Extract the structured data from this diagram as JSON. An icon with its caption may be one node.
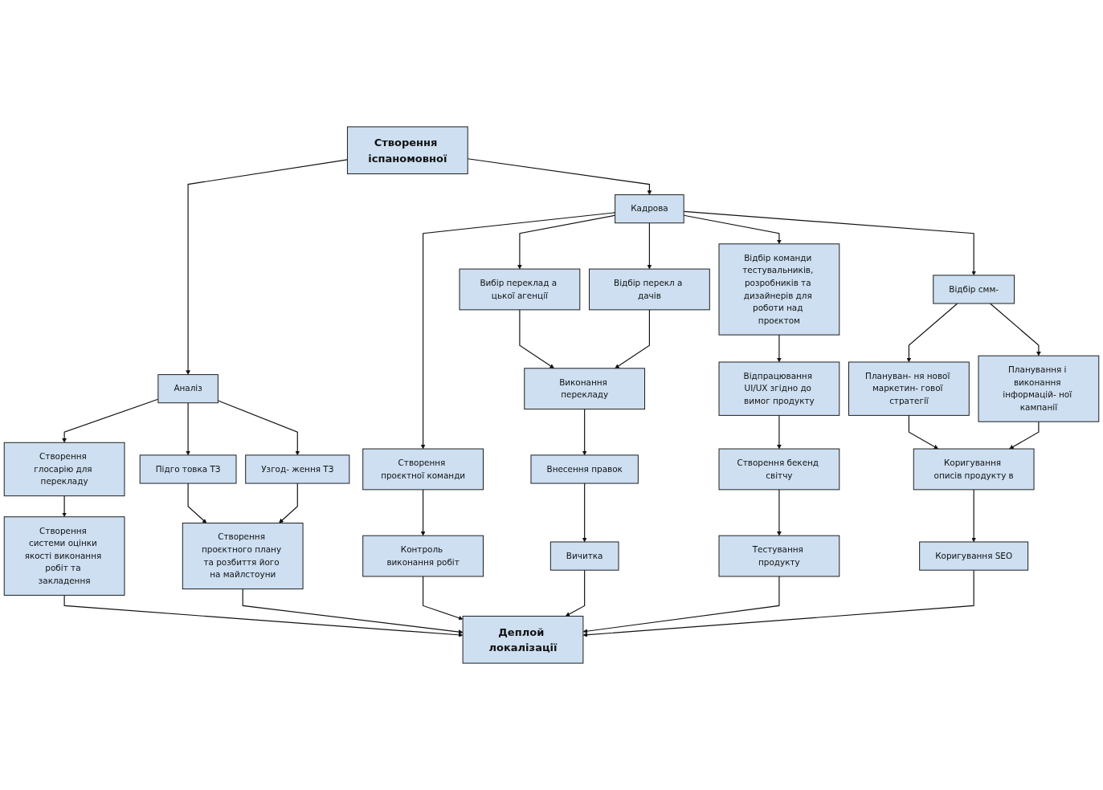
{
  "diagram": {
    "nodes": [
      {
        "text": [
          "Створення іспаномовної"
        ]
      },
      {
        "text": [
          "Аналіз"
        ]
      },
      {
        "text": [
          "Кадрова"
        ]
      },
      {
        "text": [
          "Створення глосарію для перекладу"
        ]
      },
      {
        "text": [
          "Підго товка ТЗ"
        ]
      },
      {
        "text": [
          "Узгод- ження ТЗ"
        ]
      },
      {
        "text": [
          "Створення проєктної команди"
        ]
      },
      {
        "text": [
          "Вибір переклад а цької агенції"
        ]
      },
      {
        "text": [
          "Відбір перекл а дачів"
        ]
      },
      {
        "text": [
          "Відбір команди тестувальників, розробників та дизайнерів для роботи над проєктом"
        ]
      },
      {
        "text": [
          "Відбір смм-"
        ]
      },
      {
        "text": [
          "Створення системи оцінки якості виконання робіт та закладення"
        ]
      },
      {
        "text": [
          "Створення проєктного плану та розбиття його на майлстоуни"
        ]
      },
      {
        "text": [
          "Контроль виконання робіт"
        ]
      },
      {
        "text": [
          "Виконання перекладу"
        ]
      },
      {
        "text": [
          "Внесення правок"
        ]
      },
      {
        "text": [
          "Вичитка"
        ]
      },
      {
        "text": [
          "Відпрацювання UI/UX згідно до вимог продукту"
        ]
      },
      {
        "text": [
          "Створення бекенд світчу"
        ]
      },
      {
        "text": [
          "Тестування продукту"
        ]
      },
      {
        "text": [
          "Плануван- ня нової маркетин- гової стратегії"
        ]
      },
      {
        "text": [
          "Планування і виконання інформацій- ної кампанії"
        ]
      },
      {
        "text": [
          "Коригування описів продукту в"
        ]
      },
      {
        "text": [
          "Коригування SEO"
        ]
      },
      {
        "text": [
          "Деплой локалізації"
        ]
      }
    ],
    "edges": [
      {
        "from": 0,
        "to": 1,
        "arrow": "to"
      },
      {
        "from": 0,
        "to": 2,
        "arrow": "to"
      },
      {
        "from": 1,
        "to": 3,
        "arrow": "to"
      },
      {
        "from": 1,
        "to": 4,
        "arrow": "to"
      },
      {
        "from": 1,
        "to": 5,
        "arrow": "to"
      },
      {
        "from": 2,
        "to": 6,
        "arrow": "to"
      },
      {
        "from": 2,
        "to": 7,
        "arrow": "to"
      },
      {
        "from": 2,
        "to": 8,
        "arrow": "to"
      },
      {
        "from": 2,
        "to": 9,
        "arrow": "to"
      },
      {
        "from": 2,
        "to": 10,
        "arrow": "to"
      },
      {
        "from": 3,
        "to": 11,
        "arrow": "to"
      },
      {
        "from": 4,
        "to": 12,
        "arrow": "to"
      },
      {
        "from": 5,
        "to": 12,
        "arrow": "to"
      },
      {
        "from": 6,
        "to": 13,
        "arrow": "to"
      },
      {
        "from": 7,
        "to": 14,
        "arrow": "to"
      },
      {
        "from": 8,
        "to": 14,
        "arrow": "to"
      },
      {
        "from": 9,
        "to": 17,
        "arrow": "to"
      },
      {
        "from": 10,
        "to": 20,
        "arrow": "to"
      },
      {
        "from": 10,
        "to": 21,
        "arrow": "to"
      },
      {
        "from": 14,
        "to": 15,
        "arrow": "to"
      },
      {
        "from": 15,
        "to": 16,
        "arrow": "to"
      },
      {
        "from": 17,
        "to": 18,
        "arrow": "to"
      },
      {
        "from": 18,
        "to": 19,
        "arrow": "to"
      },
      {
        "from": 20,
        "to": 22,
        "arrow": "to"
      },
      {
        "from": 21,
        "to": 22,
        "arrow": "to"
      },
      {
        "from": 22,
        "to": 23,
        "arrow": "to"
      },
      {
        "from": 11,
        "to": 24,
        "arrow": "to"
      },
      {
        "from": 12,
        "to": 24,
        "arrow": "to"
      },
      {
        "from": 13,
        "to": 24,
        "arrow": "to"
      },
      {
        "from": 16,
        "to": 24,
        "arrow": "to"
      },
      {
        "from": 19,
        "to": 24,
        "arrow": "to"
      },
      {
        "from": 23,
        "to": 24,
        "arrow": "to"
      }
    ]
  }
}
